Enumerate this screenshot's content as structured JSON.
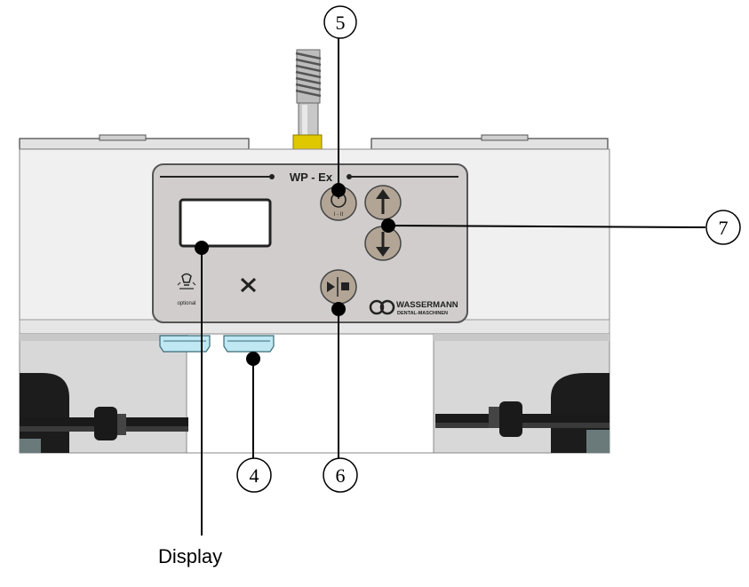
{
  "panel": {
    "model_label": "WP - Ex",
    "light_label": "optional",
    "brand_name": "WASSERMANN",
    "brand_sub": "DENTAL-MASCHINEN",
    "power_label": "I - II"
  },
  "callouts": {
    "c4": "4",
    "c5": "5",
    "c6": "6",
    "c7": "7",
    "display": "Display"
  },
  "colors": {
    "panel_bg": "#d0cdcc",
    "button_fill": "#b2a596",
    "rail": "#d8d8d8",
    "housing": "#f0f0f0",
    "connector": "#bfe8f2"
  }
}
